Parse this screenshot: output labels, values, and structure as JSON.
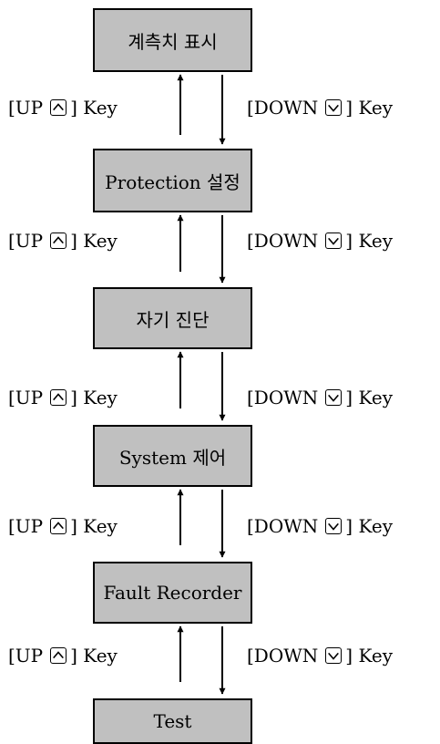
{
  "menu": {
    "boxes": [
      {
        "label": "계측치 표시"
      },
      {
        "label": "Protection 설정"
      },
      {
        "label": "자기 진단"
      },
      {
        "label": "System 제어"
      },
      {
        "label": "Fault Recorder"
      },
      {
        "label": "Test"
      }
    ]
  },
  "keys": {
    "up_prefix": "[UP",
    "up_suffix": "] Key",
    "down_prefix": "[DOWN",
    "down_suffix": "] Key",
    "up_icon": "up-chevron-key-icon",
    "down_icon": "down-chevron-key-icon"
  },
  "colors": {
    "box_fill": "#c0c0c0",
    "stroke": "#000000"
  }
}
